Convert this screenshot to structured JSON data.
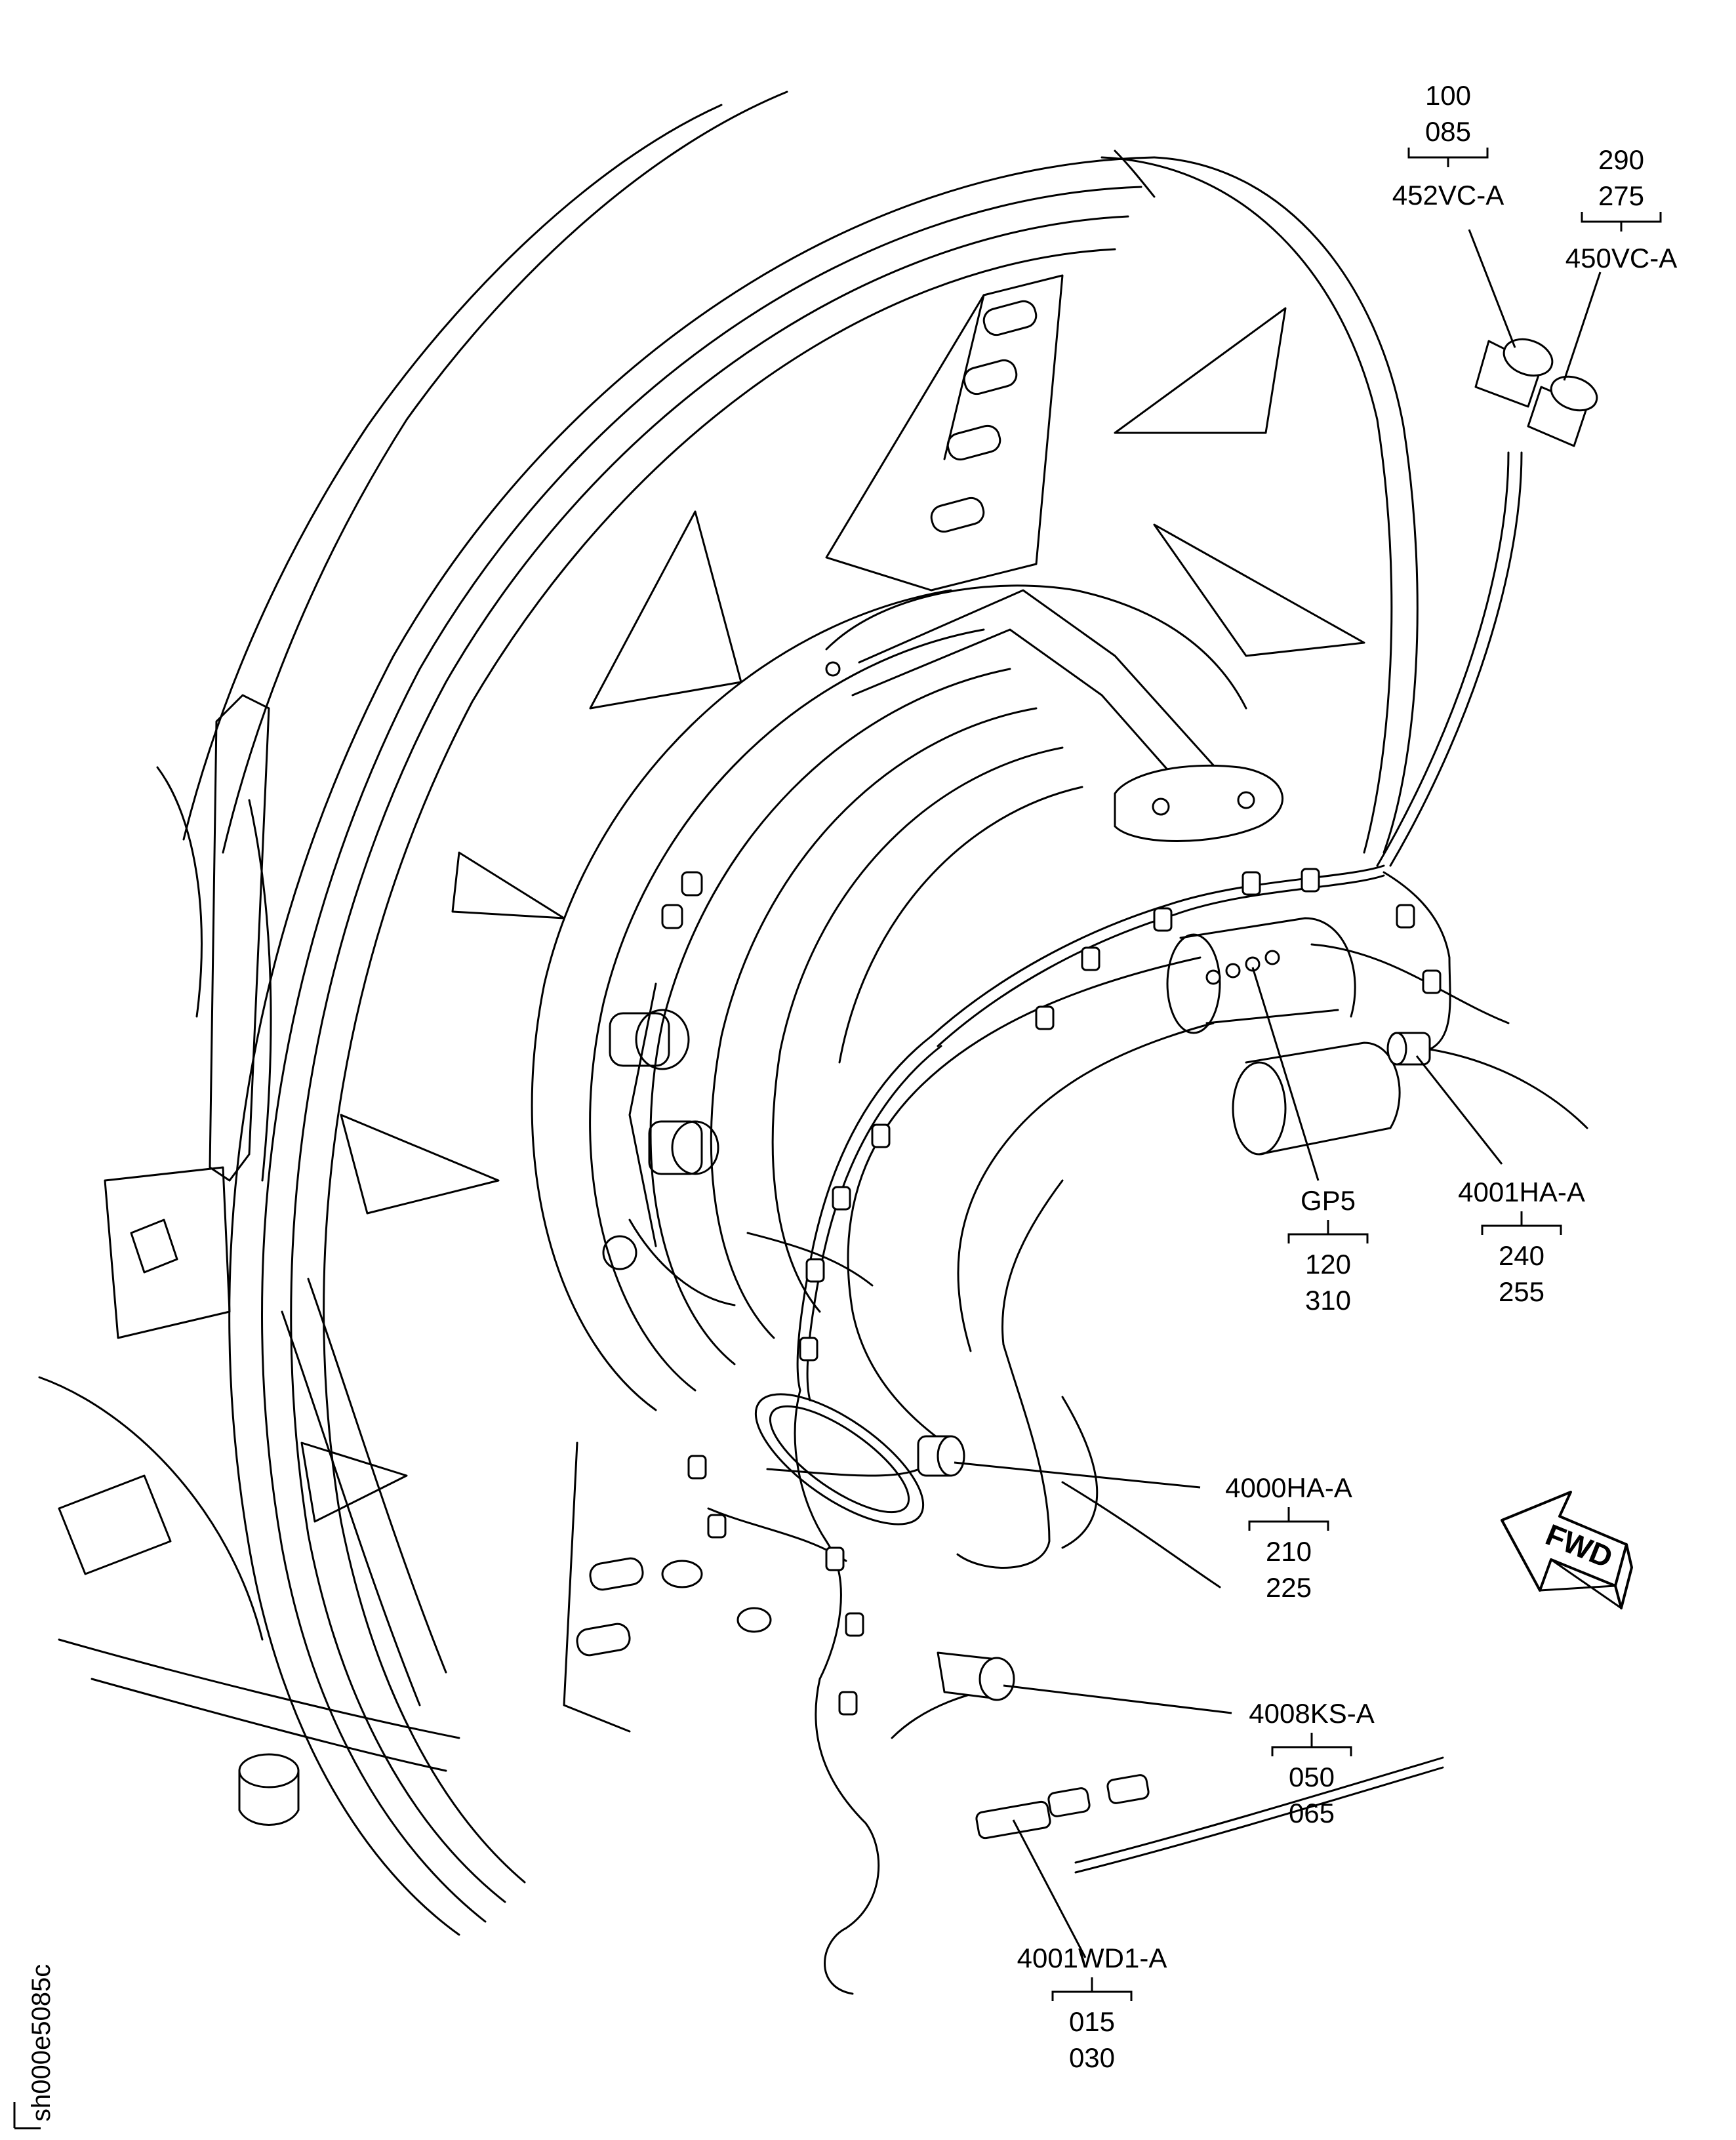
{
  "callouts": [
    {
      "id": "452VC-A",
      "refs": [
        "100",
        "085"
      ]
    },
    {
      "id": "450VC-A",
      "refs": [
        "290",
        "275"
      ]
    },
    {
      "id": "GP5",
      "refs": [
        "120",
        "310"
      ]
    },
    {
      "id": "4001HA-A",
      "refs": [
        "240",
        "255"
      ]
    },
    {
      "id": "4000HA-A",
      "refs": [
        "210",
        "225"
      ]
    },
    {
      "id": "4008KS-A",
      "refs": [
        "050",
        "065"
      ]
    },
    {
      "id": "4001WD1-A",
      "refs": [
        "015",
        "030"
      ]
    }
  ],
  "direction_arrow": {
    "label": "FWD"
  },
  "figure_id": "sh000e5085c"
}
